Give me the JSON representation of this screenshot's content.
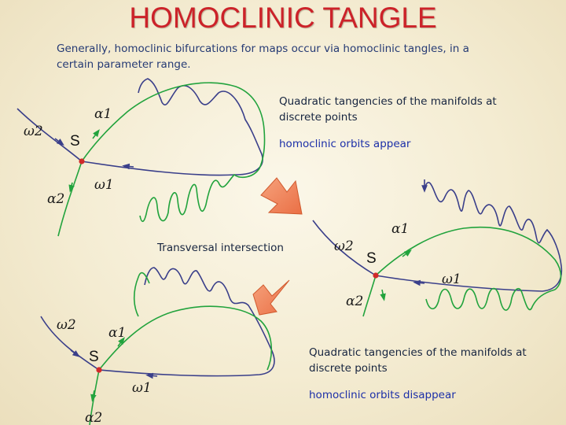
{
  "title": "HOMOCLINIC TANGLE",
  "intro": "Generally, homoclinic bifurcations for maps occur via homoclinic tangles, in a certain parameter range.",
  "notes": {
    "quad_top": "Quadratic tangencies of the manifolds at discrete points",
    "orbits_appear": "homoclinic orbits appear",
    "transversal": "Transversal intersection",
    "quad_bottom": "Quadratic tangencies of the manifolds at discrete points",
    "orbits_disappear": "homoclinic orbits disappear"
  },
  "labels": {
    "alpha1": "α1",
    "alpha2": "α2",
    "omega1": "ω1",
    "omega2": "ω2",
    "s": "S"
  },
  "colors": {
    "title": "#cc2229",
    "stable_manifold": "#3a3f8a",
    "unstable_manifold": "#22a33d",
    "fixed_point": "#d12a2a",
    "arrow": "#f08a5d"
  }
}
